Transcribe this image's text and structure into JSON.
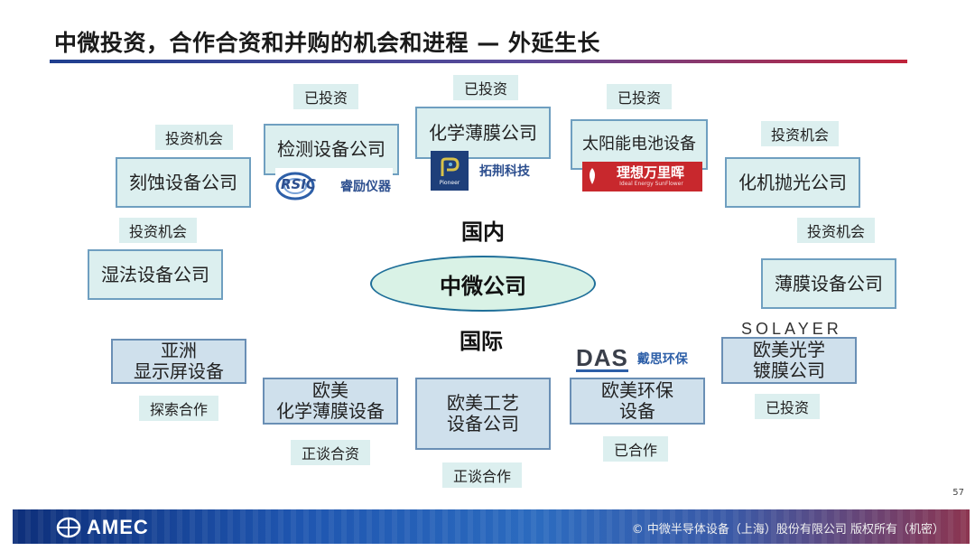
{
  "header": {
    "title": "中微投资，合作合资和并购的机会和进程 — 外延生长"
  },
  "center": {
    "label": "中微公司",
    "domestic": "国内",
    "international": "国际"
  },
  "domestic": {
    "etch": {
      "name": "刻蚀设备公司",
      "tag": "投资机会"
    },
    "inspection": {
      "name": "检测设备公司",
      "tag": "已投资",
      "logo_mark": "RSIC",
      "logo_text": "睿励仪器"
    },
    "film": {
      "name": "化学薄膜公司",
      "tag": "已投资",
      "logo_mark": "Pioneer",
      "logo_text": "拓荆科技"
    },
    "solar": {
      "name": "太阳能电池设备",
      "tag": "已投资",
      "logo_text": "理想万里晖",
      "logo_sub": "Ideal Energy SunFlower"
    },
    "cmp": {
      "name": "化机抛光公司",
      "tag": "投资机会"
    },
    "wet": {
      "name": "湿法设备公司",
      "tag": "投资机会"
    },
    "thin_film": {
      "name": "薄膜设备公司",
      "tag": "投资机会"
    }
  },
  "international": {
    "asia_display": {
      "name": "亚洲\n显示屏设备",
      "tag": "探索合作"
    },
    "eu_cvd": {
      "name": "欧美\n化学薄膜设备",
      "tag": "正谈合资"
    },
    "eu_process": {
      "name": "欧美工艺\n设备公司",
      "tag": "正谈合作"
    },
    "eu_env": {
      "name": "欧美环保\n设备",
      "tag": "已合作",
      "logo_mark": "DAS",
      "logo_text": "戴思环保"
    },
    "eu_optical": {
      "name": "欧美光学\n镀膜公司",
      "tag": "已投资",
      "logo_text": "SOLAYER"
    }
  },
  "footer": {
    "logo": "AMEC",
    "copyright": "© 中微半导体设备（上海）股份有限公司 版权所有（机密）"
  },
  "page_number": "57",
  "colors": {
    "box_fill": "#dcefef",
    "box_border": "#6f9fc0",
    "intl_fill": "#cfe0ec",
    "oval_border": "#1f6f99"
  }
}
